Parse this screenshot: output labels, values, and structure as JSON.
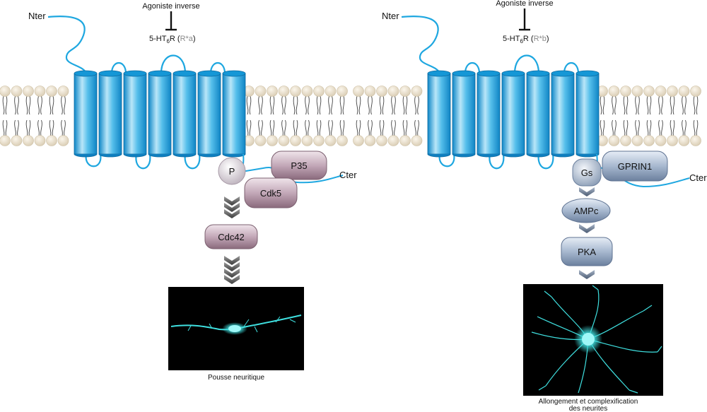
{
  "panels": [
    {
      "nter": "Nter",
      "cter": "Cter",
      "agonist": "Agoniste inverse",
      "receptor": {
        "prefix": "5-HT",
        "sub": "6",
        "suffix": "R (",
        "state": "R*a",
        "close": ")"
      },
      "phospho": "P",
      "proteins": [
        "P35",
        "Cdk5",
        "Cdc42"
      ],
      "caption_lines": [
        "Pousse neuritique"
      ]
    },
    {
      "nter": "Nter",
      "cter": "Cter",
      "agonist": "Agoniste inverse",
      "receptor": {
        "prefix": "5-HT",
        "sub": "6",
        "suffix": "R (",
        "state": "R*b",
        "close": ")"
      },
      "phospho": "Gs",
      "proteins": [
        "GPRIN1",
        "AMPc",
        "PKA"
      ],
      "caption_lines": [
        "Allongement et complexification",
        "des neurites"
      ]
    }
  ],
  "colors": {
    "helix": "#2aa6dd",
    "loop": "#1ea7e0",
    "lipid_head": "#e8dcc6",
    "left_protein": "#b99aac",
    "right_protein": "#8fa6c4",
    "neuron": "#3fe0e0",
    "state_text": "#8a8a8a"
  }
}
